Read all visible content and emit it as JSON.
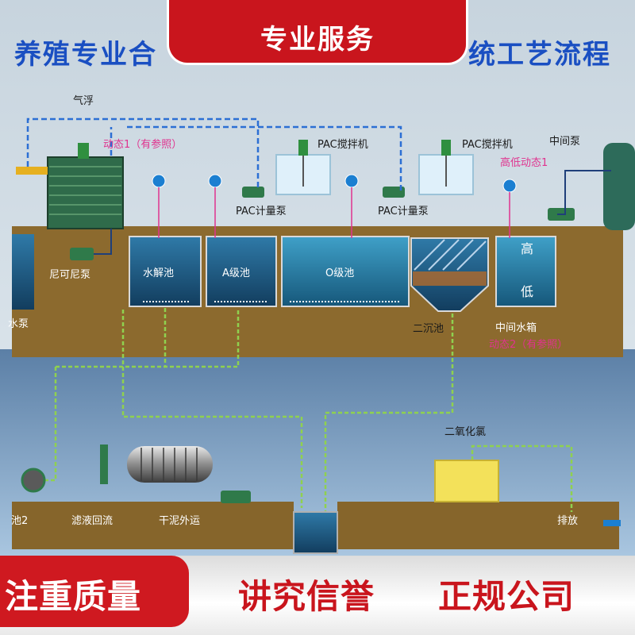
{
  "title": {
    "left_text": "养殖专业合",
    "right_text": "统工艺流程"
  },
  "top_badge": {
    "label": "专业服务"
  },
  "labels": {
    "air_flotation": "气浮",
    "dynamic1": "动态1（有参照）",
    "pac_mixer_1": "PAC搅拌机",
    "pac_mixer_2": "PAC搅拌机",
    "pac_pump_1": "PAC计量泵",
    "pac_pump_2": "PAC计量泵",
    "mid_pump": "中间泵",
    "high_low_dynamic1": "高低动态1",
    "nico_pump": "尼可尼泵",
    "water_pump": "水泵",
    "hydrolysis_tank": "水解池",
    "a_tank": "A级池",
    "o_tank": "O级池",
    "secondary_clarifier": "二沉池",
    "high": "高",
    "low": "低",
    "mid_tank": "中间水箱",
    "dynamic2": "动态2（有参照）",
    "chlorine_dioxide": "二氧化氯",
    "tank_2": "池2",
    "filtrate_return": "滤液回流",
    "dry_sludge": "干泥外运",
    "discharge": "排放"
  },
  "bottom": {
    "left_badge": "注重质量",
    "slogan_1": "讲究信誉",
    "slogan_2": "正规公司"
  },
  "colors": {
    "brand_red": "#c9151d",
    "title_blue": "#1a4fc2",
    "ground_brown": "#8c6a2e",
    "water_blue": "#1e5a86",
    "pipe_green": "#8fd14f",
    "pipe_blue": "#2c6fd4",
    "annotation_magenta": "#e0338f"
  }
}
